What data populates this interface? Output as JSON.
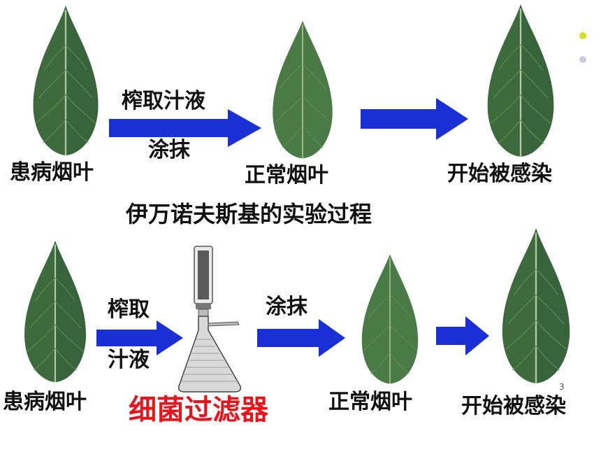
{
  "top_row": {
    "leaf1_label": "患病烟叶",
    "arrow1_label_top": "榨取汁液",
    "arrow1_label_bottom": "涂抹",
    "leaf2_label": "正常烟叶",
    "leaf3_label": "开始被感染"
  },
  "title": "伊万诺夫斯基的实验过程",
  "bottom_row": {
    "leaf1_label": "患病烟叶",
    "arrow1_label_top": "榨取",
    "arrow1_label_bottom": "汁液",
    "filter_label": "细菌过滤器",
    "arrow2_label": "涂抹",
    "leaf2_label": "正常烟叶",
    "leaf3_label": "开始被感染"
  },
  "page_number": "3",
  "colors": {
    "arrow_blue": "#1a2fd6",
    "filter_label": "#e8141a",
    "leaf_dark": "#2f5a34",
    "leaf_light": "#4f7d4a",
    "dot_yellow": "#d6df1e",
    "dot_lavender": "#c9c9e0"
  }
}
